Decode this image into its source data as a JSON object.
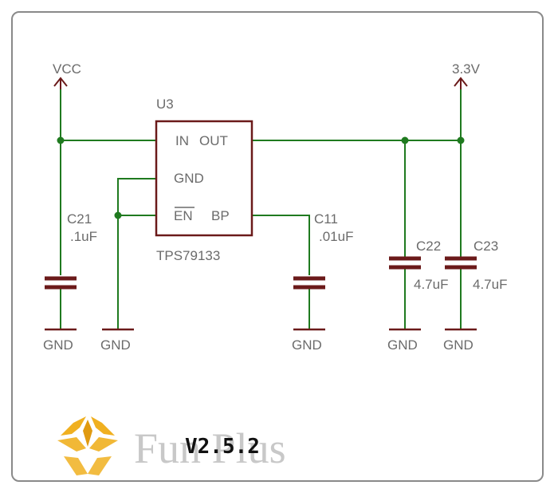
{
  "colors": {
    "wire": "#1f7a1f",
    "component": "#6b1a1a",
    "text": "#6b6b6b",
    "watermark": "#c8c8c8",
    "logo": "#f0b020"
  },
  "power": {
    "vcc_label": "VCC",
    "v33_label": "3.3V"
  },
  "regulator": {
    "ref": "U3",
    "part": "TPS79133",
    "pins": {
      "in": "IN",
      "out": "OUT",
      "gnd": "GND",
      "en": "EN",
      "bp": "BP"
    }
  },
  "capacitors": [
    {
      "ref": "C21",
      "value": ".1uF"
    },
    {
      "ref": "C11",
      "value": ".01uF"
    },
    {
      "ref": "C22",
      "value": "4.7uF"
    },
    {
      "ref": "C23",
      "value": "4.7uF"
    }
  ],
  "grounds": [
    "GND",
    "GND",
    "GND",
    "GND",
    "GND"
  ],
  "watermark": {
    "brand": "Fun Plus",
    "version": "V2.5.2",
    "logo_icon": "stylized-wing-logo-icon"
  }
}
